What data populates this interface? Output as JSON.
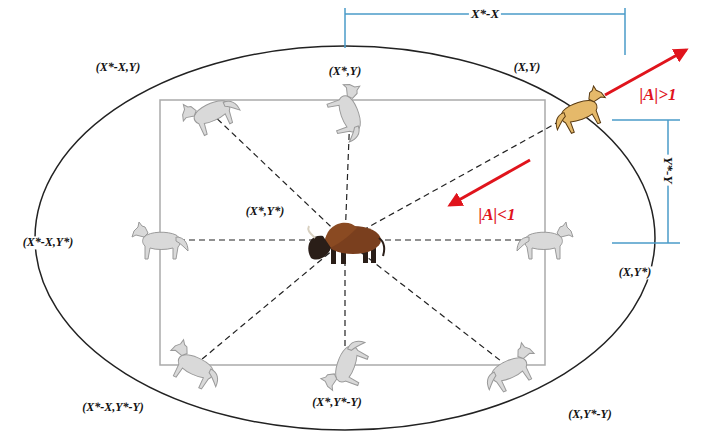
{
  "diagram": {
    "labels": [
      "X*-X",
      "(X*-X,Y)",
      "(X*,Y)",
      "(X,Y)",
      "|A|>1",
      "Y*-Y",
      "|A|<1",
      "(X*,Y*)",
      "(X*-X,Y*)",
      "(X,Y*)",
      "(X*-X,Y*-Y)",
      "(X*,Y*-Y)",
      "(X,Y*-Y)"
    ]
  }
}
